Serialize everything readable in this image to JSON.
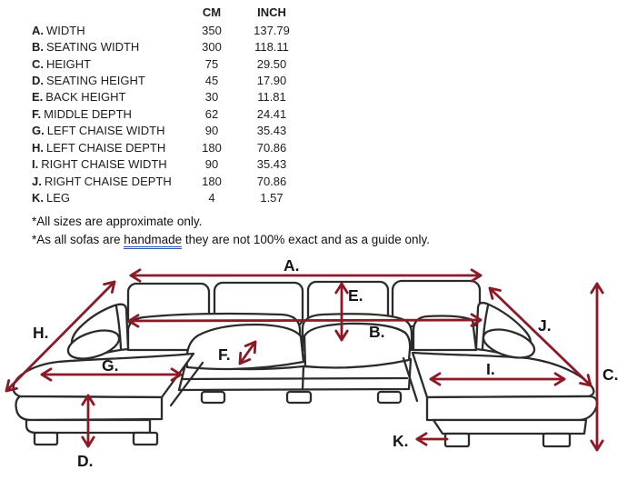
{
  "table": {
    "headers": {
      "cm": "CM",
      "inch": "INCH"
    },
    "rows": [
      {
        "key": "A.",
        "label": "WIDTH",
        "cm": "350",
        "inch": "137.79"
      },
      {
        "key": "B.",
        "label": "SEATING WIDTH",
        "cm": "300",
        "inch": "118.11"
      },
      {
        "key": "C.",
        "label": "HEIGHT",
        "cm": "75",
        "inch": "29.50"
      },
      {
        "key": "D.",
        "label": "SEATING HEIGHT",
        "cm": "45",
        "inch": "17.90"
      },
      {
        "key": "E.",
        "label": "BACK HEIGHT",
        "cm": "30",
        "inch": "11.81"
      },
      {
        "key": "F.",
        "label": "MIDDLE DEPTH",
        "cm": "62",
        "inch": "24.41"
      },
      {
        "key": "G.",
        "label": "LEFT CHAISE WIDTH",
        "cm": "90",
        "inch": "35.43"
      },
      {
        "key": "H.",
        "label": "LEFT CHAISE DEPTH",
        "cm": "180",
        "inch": "70.86"
      },
      {
        "key": "I.",
        "label": "RIGHT CHAISE WIDTH",
        "cm": "90",
        "inch": "35.43"
      },
      {
        "key": "J.",
        "label": "RIGHT CHAISE DEPTH",
        "cm": "180",
        "inch": "70.86"
      },
      {
        "key": "K.",
        "label": "LEG",
        "cm": "4",
        "inch": "1.57"
      }
    ]
  },
  "notes": {
    "line1": "*All sizes are approximate only.",
    "line2_prefix": "*As all sofas are ",
    "line2_underlined": "handmade",
    "line2_suffix": " they are not 100% exact and as a guide only."
  },
  "diagram": {
    "labels": {
      "a": "A.",
      "b": "B.",
      "c": "C.",
      "d": "D.",
      "e": "E.",
      "f": "F.",
      "g": "G.",
      "h": "H.",
      "i": "I.",
      "j": "J.",
      "k": "K."
    }
  },
  "colors": {
    "arrow": "#8b1a26",
    "line": "#2b2b2b",
    "label": "#161616",
    "underline": "#2d53b5"
  }
}
